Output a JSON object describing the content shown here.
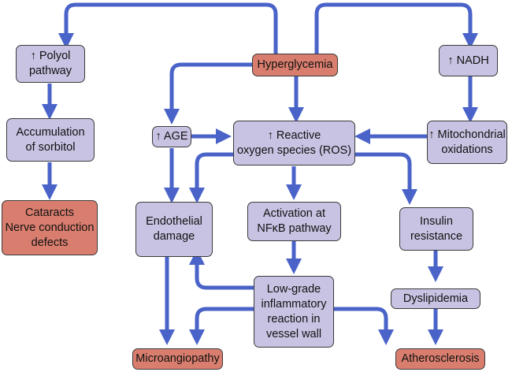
{
  "colors": {
    "node_purple": "#c9c3e3",
    "node_red": "#d97e6e",
    "arrow": "#4a63c9",
    "border": "#3a3a3a"
  },
  "nodes": {
    "polyol": "↑ Polyol\npathway",
    "hyperglycemia": "Hyperglycemia",
    "nadh": "↑ NADH",
    "sorbitol": "Accumulation\nof sorbitol",
    "age": "↑ AGE",
    "ros": "↑ Reactive\noxygen species (ROS)",
    "mito": "↑ Mitochondrial\noxidations",
    "cataracts": "Cataracts\nNerve conduction\ndefects",
    "endothelial": "Endothelial\ndamage",
    "nfkb": "Activation at\nNFκB pathway",
    "insulin": "Insulin\nresistance",
    "lowgrade": "Low-grade\ninflammatory\nreaction in\nvessel wall",
    "dyslipidemia": "Dyslipidemia",
    "micro": "Microangiopathy",
    "athero": "Atherosclerosis"
  }
}
